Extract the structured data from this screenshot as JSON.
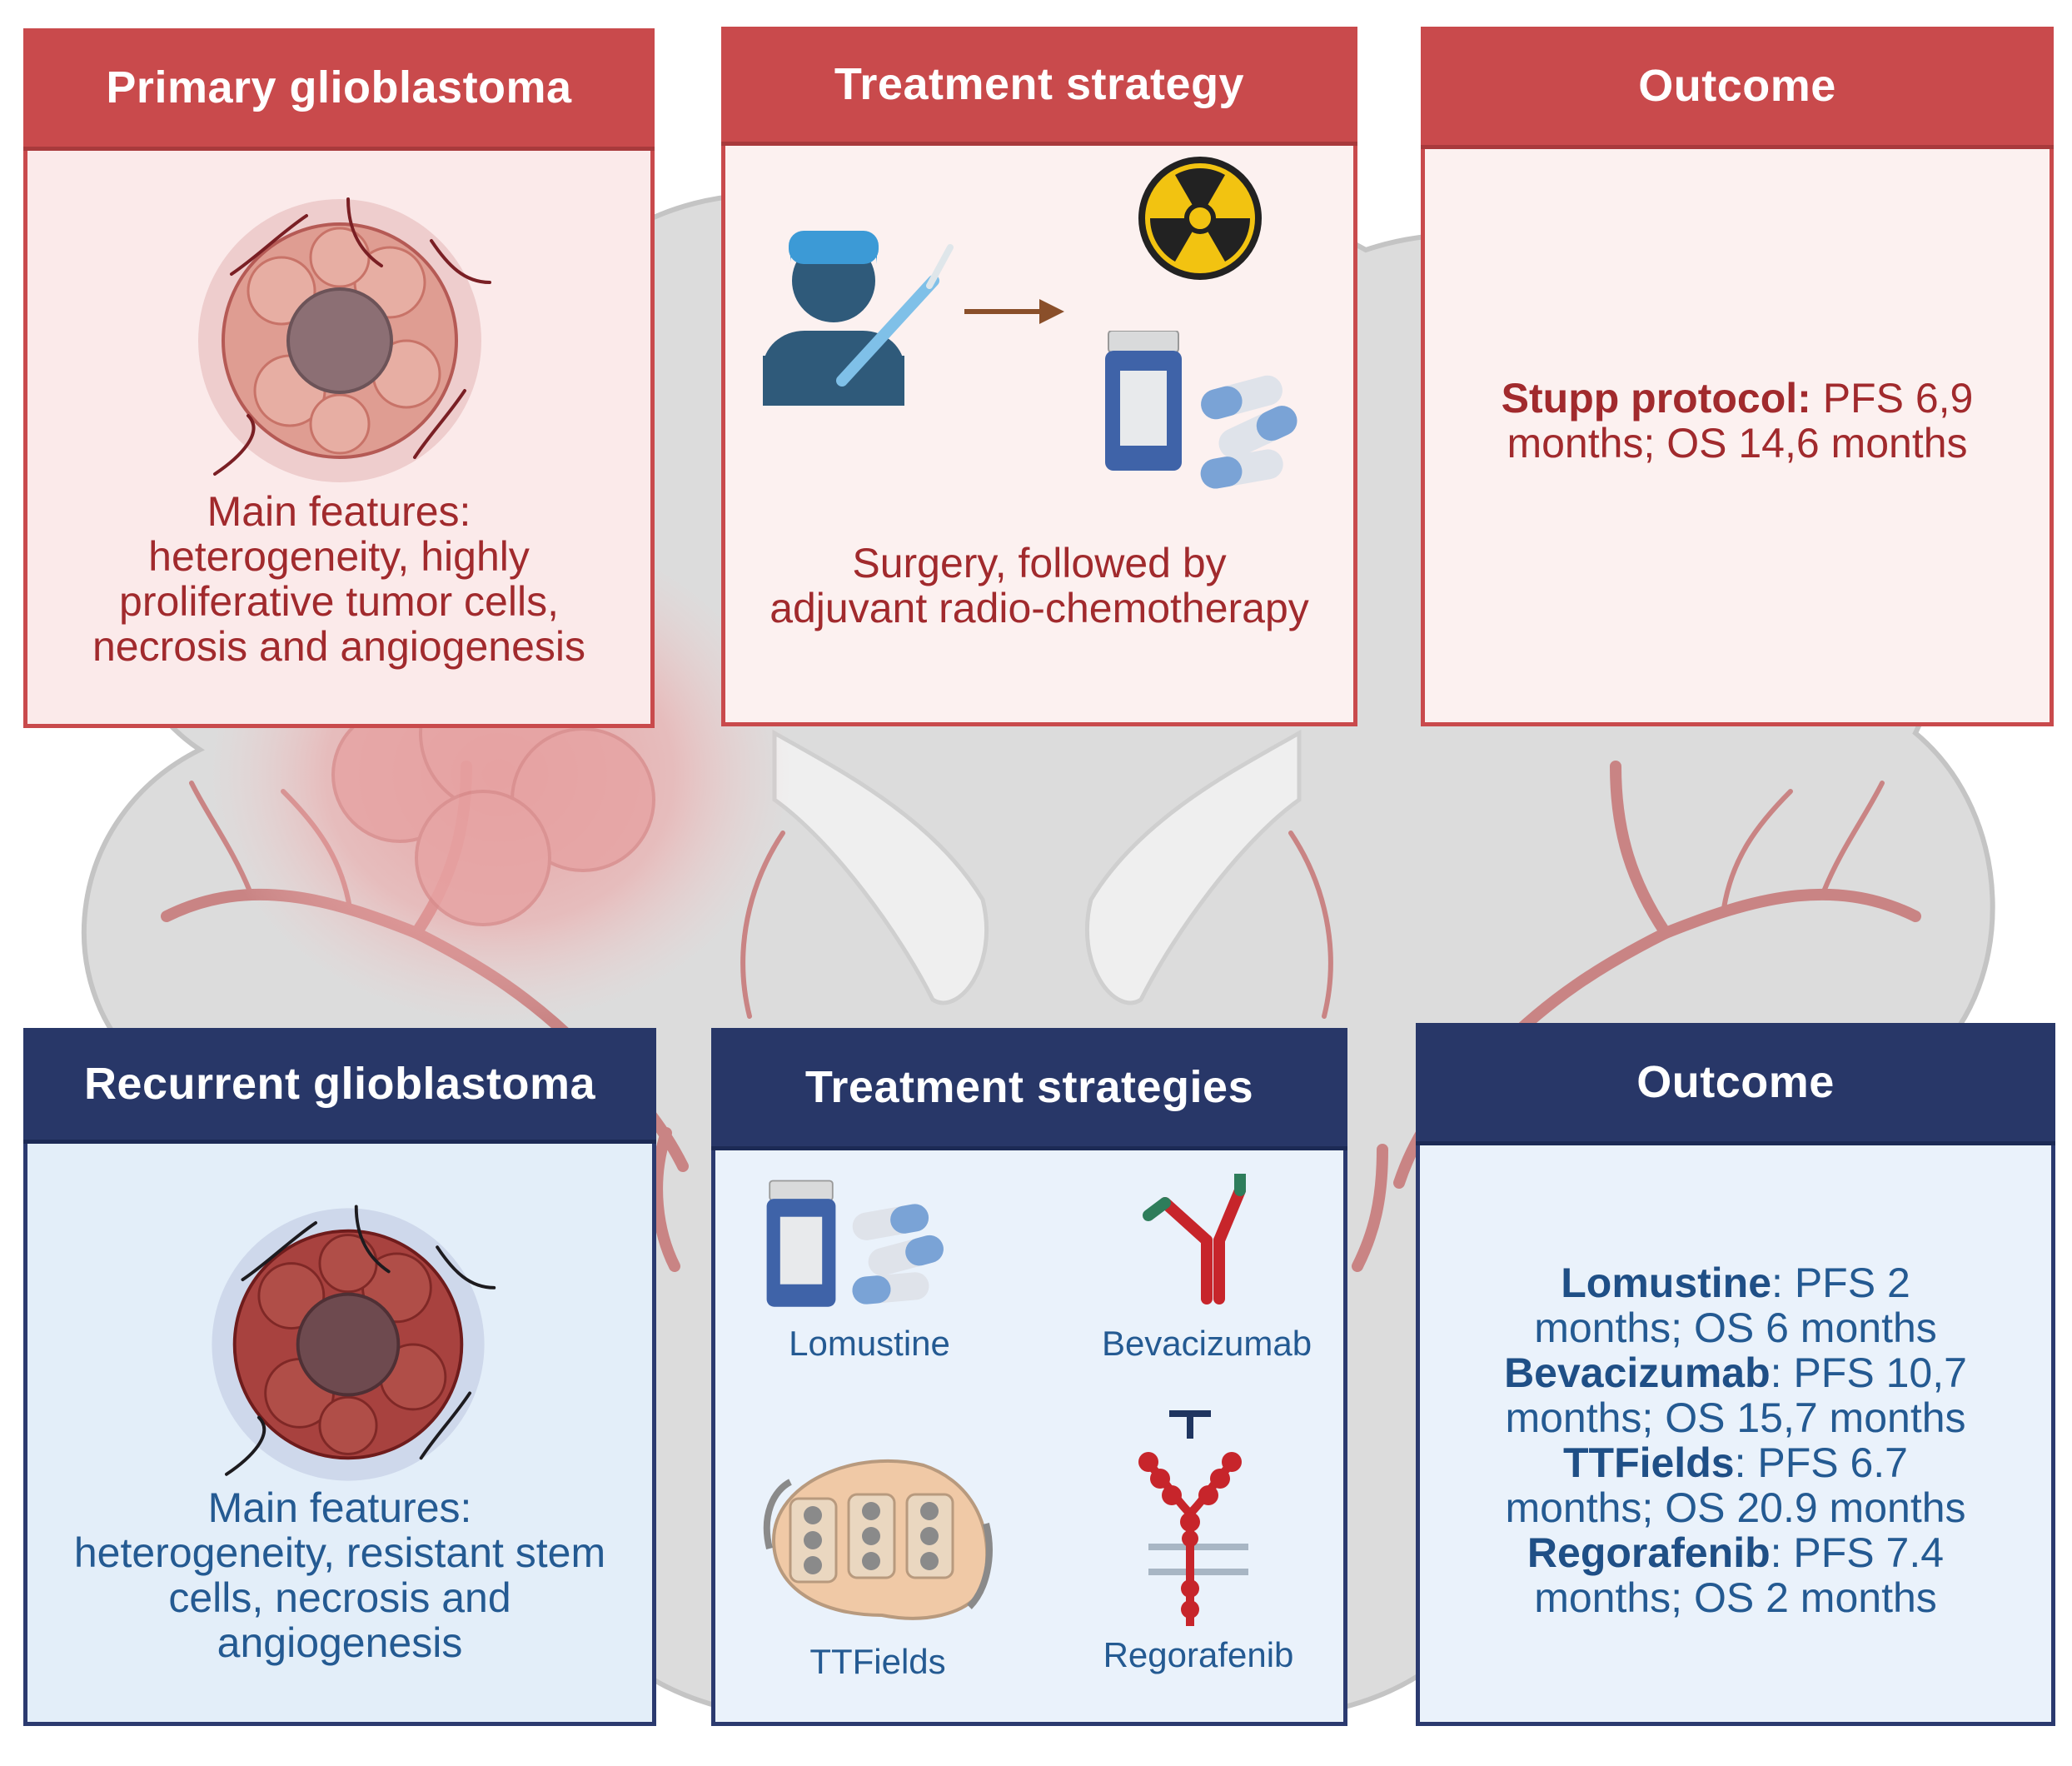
{
  "primary": {
    "title": "Primary glioblastoma",
    "features": [
      "Main features:",
      "heterogeneity, highly",
      "proliferative tumor cells,",
      "necrosis and angiogenesis"
    ]
  },
  "treatment_strategy": {
    "title": "Treatment strategy",
    "description": [
      "Surgery, followed by",
      "adjuvant radio-chemotherapy"
    ]
  },
  "primary_outcome": {
    "title": "Outcome",
    "label": "Stupp protocol:",
    "text1": " PFS 6,9",
    "text2": "months; OS 14,6 months"
  },
  "recurrent": {
    "title": "Recurrent glioblastoma",
    "features": [
      "Main features:",
      "heterogeneity, resistant stem",
      "cells, necrosis and",
      "angiogenesis"
    ]
  },
  "treatment_strategies": {
    "title": "Treatment strategies",
    "items": [
      "Lomustine",
      "Bevacizumab",
      "TTFields",
      "Regorafenib"
    ]
  },
  "recurrent_outcome": {
    "title": "Outcome",
    "rows": [
      {
        "name": "Lomustine",
        "a": ": PFS 2",
        "b": "months; OS 6 months"
      },
      {
        "name": "Bevacizumab",
        "a": ": PFS 10,7",
        "b": "months; OS 15,7 months"
      },
      {
        "name": "TTFields",
        "a": ": PFS 6.7",
        "b": "months; OS 20.9 months"
      },
      {
        "name": "Regorafenib",
        "a": ": PFS 7.4",
        "b": "months; OS 2 months"
      }
    ]
  },
  "icons": [
    "brain-icon",
    "tumor-icon",
    "surgeon-icon",
    "radiation-icon",
    "pill-bottle-icon",
    "capsule-icon",
    "antibody-icon",
    "ttfields-device-icon",
    "receptor-inhibitor-icon"
  ],
  "colors": {
    "red_header": "#c94a4c",
    "blue_header": "#283768",
    "red_text": "#a12a2d",
    "blue_text": "#245a92"
  }
}
